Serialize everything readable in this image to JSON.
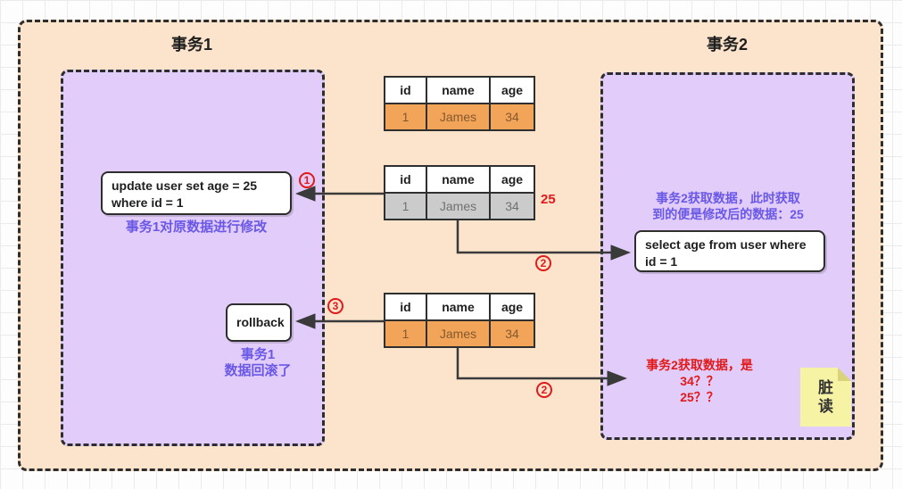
{
  "transaction1": {
    "title": "事务1",
    "update_note": "事务1对原数据进行修改",
    "rollback_note_line1": "事务1",
    "rollback_note_line2": "数据回滚了"
  },
  "transaction2": {
    "title": "事务2",
    "select_note_line1": "事务2获取数据，此时获取",
    "select_note_line2": "到的便是修改后的数据：25",
    "dirty_note_line1": "事务2获取数据，是",
    "dirty_note_line2": "34？？",
    "dirty_note_line3": "25？？"
  },
  "sql": {
    "update_line1": "update user set age = 25",
    "update_line2": "where id = 1",
    "rollback": "rollback",
    "select_line1": "select age from user where",
    "select_line2": "id = 1"
  },
  "tables": [
    {
      "headers": [
        "id",
        "name",
        "age"
      ],
      "row": [
        "1",
        "James",
        "34"
      ],
      "row_state": "original"
    },
    {
      "headers": [
        "id",
        "name",
        "age"
      ],
      "row": [
        "1",
        "James",
        "34"
      ],
      "row_state": "modified"
    },
    {
      "headers": [
        "id",
        "name",
        "age"
      ],
      "row": [
        "1",
        "James",
        "34"
      ],
      "row_state": "rolled-back"
    }
  ],
  "changed_value": "25",
  "steps": {
    "one": "1",
    "two": "2",
    "three": "3",
    "two_again": "2"
  },
  "sticky_note": {
    "char1": "脏",
    "char2": "读"
  },
  "colors": {
    "outer_bg": "#fce4cc",
    "panel_bg": "#e2cdfa",
    "orange_row": "#f2a458",
    "gray_row": "#cbcbcb",
    "note_yellow": "#f7f3a5",
    "purple_text": "#6a58e6",
    "red_accent": "#e01a1a"
  }
}
